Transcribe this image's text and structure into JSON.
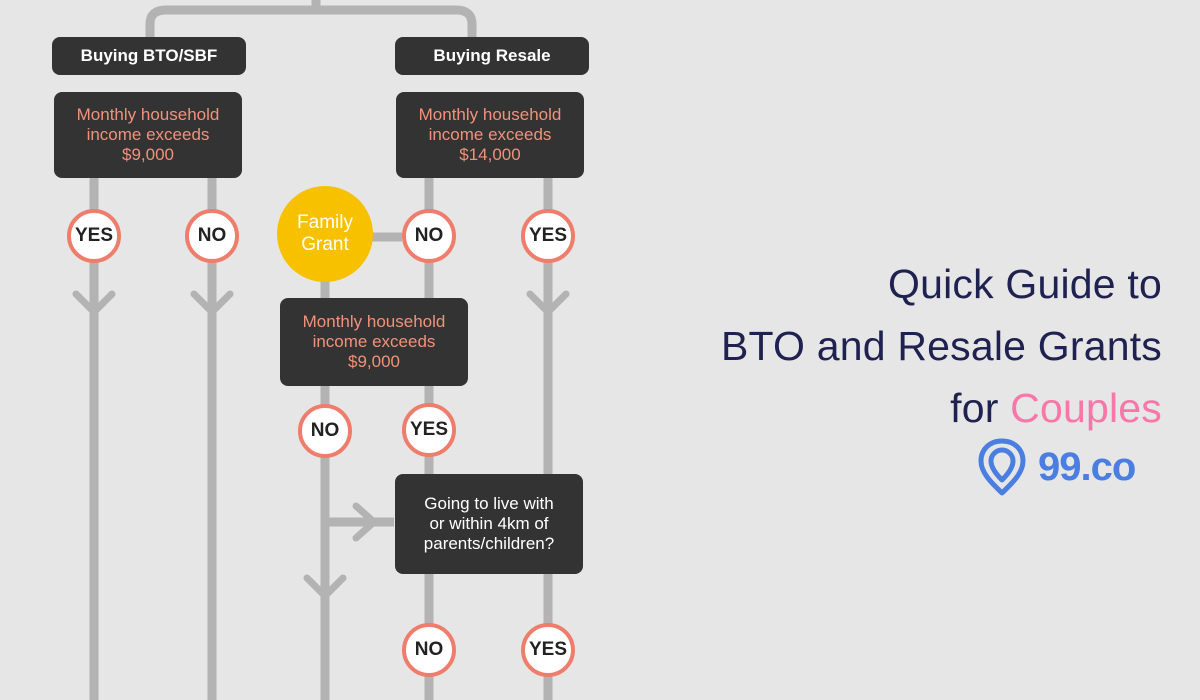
{
  "flowchart": {
    "header_bto": "Buying BTO/SBF",
    "header_resale": "Buying Resale",
    "cond_bto": "Monthly household\nincome exceeds\n$9,000",
    "cond_resale": "Monthly household\nincome exceeds\n$14,000",
    "cond_mid": "Monthly household\nincome exceeds\n$9,000",
    "question": "Going to live with\nor within 4km of\nparents/children?",
    "family_grant": "Family\nGrant",
    "yes": "YES",
    "no": "NO"
  },
  "title": {
    "line1": "Quick Guide to",
    "line2": "BTO and Resale Grants",
    "line3_prefix": "for",
    "line3_highlight": "Couples"
  },
  "logo": {
    "text": "99.co",
    "icon": "map-pin-icon"
  },
  "colors": {
    "background": "#e6e6e6",
    "box": "#333333",
    "condition_text": "#f2917a",
    "circle_border": "#ef7d6b",
    "connector": "#b3b3b3",
    "grant": "#f7c100",
    "title": "#1f2150",
    "highlight": "#f777a8",
    "logo": "#4a7ee0"
  }
}
